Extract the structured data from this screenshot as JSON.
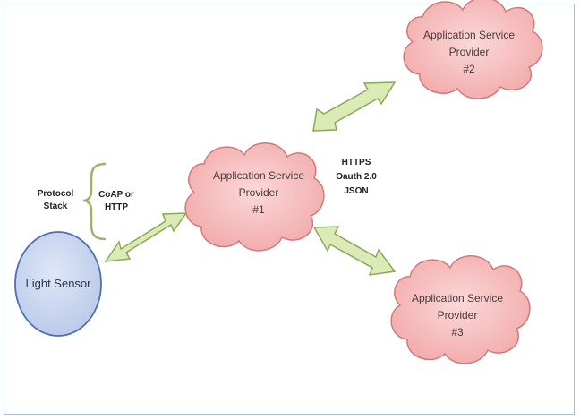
{
  "nodes": {
    "sensor": {
      "label": "Light Sensor"
    },
    "asp1": {
      "line1": "Application Service",
      "line2": "Provider",
      "line3": "#1"
    },
    "asp2": {
      "line1": "Application Service",
      "line2": "Provider",
      "line3": "#2"
    },
    "asp3": {
      "line1": "Application Service",
      "line2": "Provider",
      "line3": "#3"
    }
  },
  "annotations": {
    "protocol_stack": {
      "line1": "Protocol",
      "line2": "Stack"
    },
    "coap": {
      "line1": "CoAP or",
      "line2": "HTTP"
    },
    "https": {
      "line1": "HTTPS",
      "line2": "Oauth 2.0",
      "line3": "JSON"
    }
  },
  "colors": {
    "cloud_fill": "#f6bcbc",
    "cloud_stroke": "#d07a7a",
    "sensor_fill": "#c9d6ef",
    "sensor_stroke": "#4f6fae",
    "arrow_fill": "#dcebb5",
    "arrow_stroke": "#8aa85a",
    "brace": "#9cb46a"
  }
}
